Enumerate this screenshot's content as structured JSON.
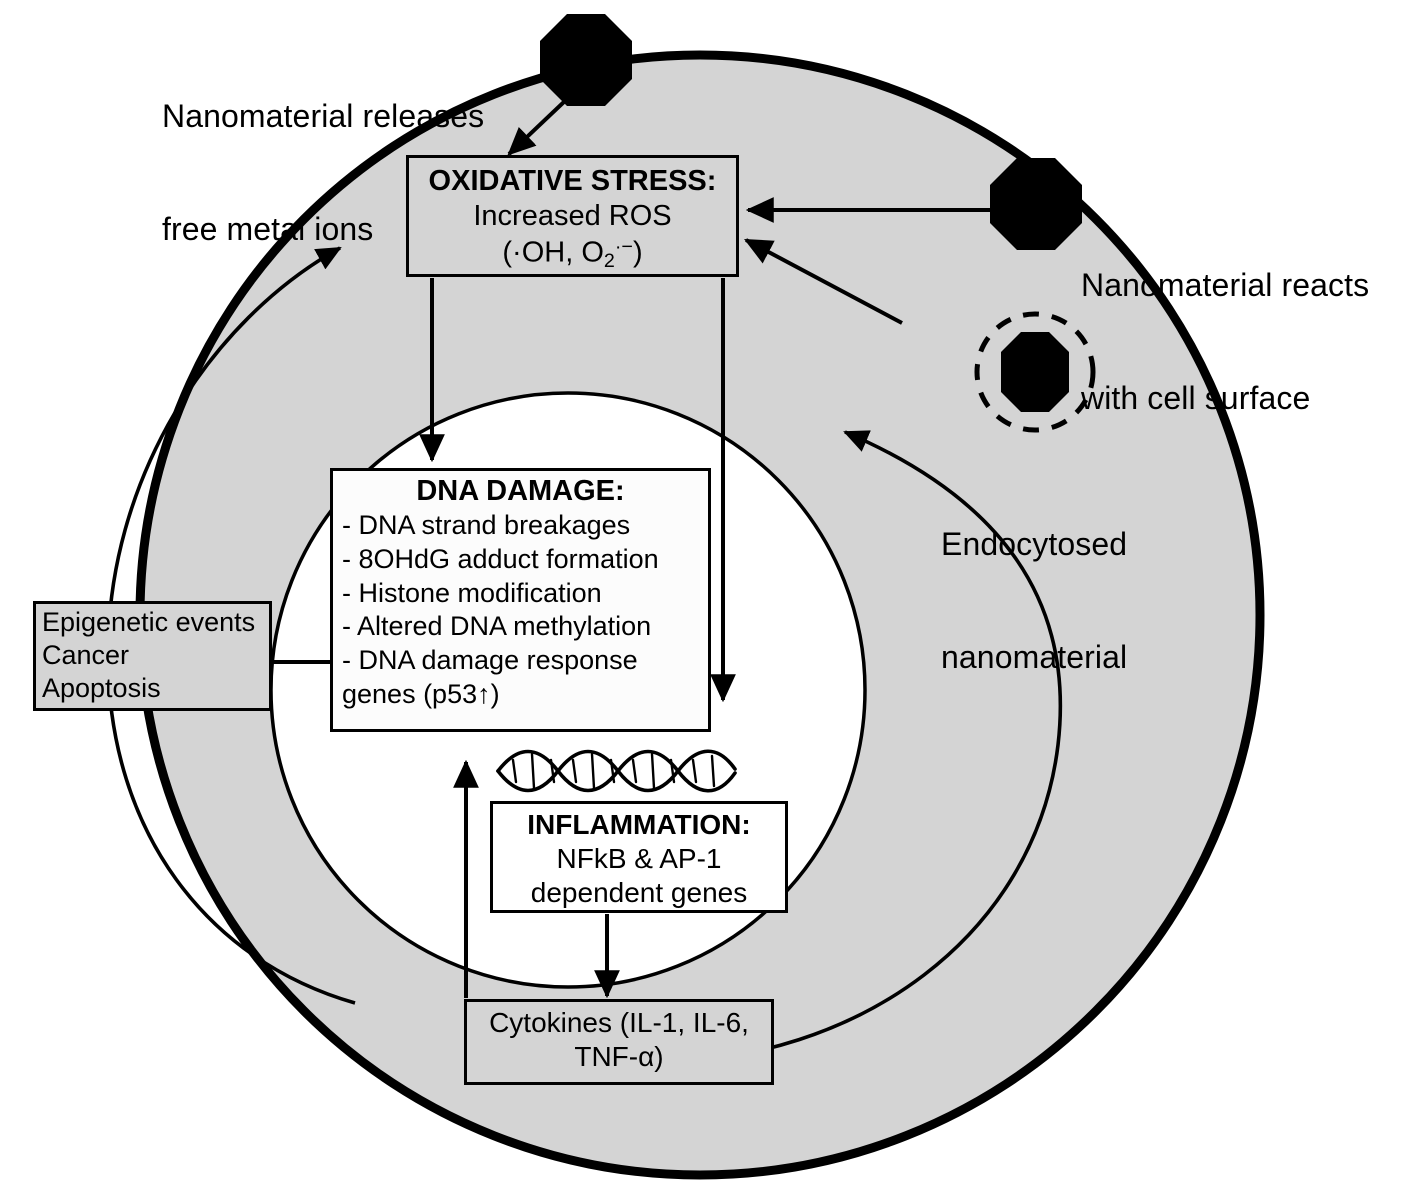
{
  "diagram": {
    "title": "Nanomaterial-induced oxidative stress, DNA damage and inflammation in a cell",
    "colors": {
      "cytoplasm_fill": "#d4d4d4",
      "nucleus_fill": "#ffffff",
      "membrane_stroke": "#000000",
      "nanoparticle_fill": "#000000",
      "background": "#ffffff"
    }
  },
  "annotations": [
    {
      "id": "nanomaterial-releases",
      "line1": "Nanomaterial releases",
      "line2": "free metal ions"
    },
    {
      "id": "nanomaterial-reacts",
      "line1": "Nanomaterial reacts",
      "line2": "with cell surface"
    },
    {
      "id": "endocytosed-nanomaterial",
      "line1": "Endocytosed",
      "line2": "nanomaterial"
    }
  ],
  "boxes": {
    "oxidative_stress": {
      "title": "OXIDATIVE STRESS:",
      "line1": "Increased ROS",
      "formula_prefix": "(",
      "formula_oh": "·OH, O",
      "formula_sub": "2",
      "formula_sup": "·−",
      "formula_suffix": ")"
    },
    "dna_damage": {
      "title": "DNA DAMAGE:",
      "items": [
        "- DNA strand breakages",
        "- 8OHdG adduct formation",
        "- Histone modification",
        "- Altered DNA methylation",
        "- DNA damage response",
        "genes (p53↑)"
      ]
    },
    "epigenetic": {
      "line1": "Epigenetic events",
      "line2": "Cancer",
      "line3": "Apoptosis"
    },
    "inflammation": {
      "title": "INFLAMMATION:",
      "line1": "NFkB & AP-1",
      "line2": "dependent genes"
    },
    "cytokines": {
      "line1": "Cytokines (IL-1, IL-6,",
      "line2": "TNF-α)"
    }
  },
  "shapes": {
    "cell_membrane": "cell-membrane-circle",
    "nucleus": "nucleus-circle",
    "dna_helix": "dna-double-helix",
    "nanoparticle_top": "nanoparticle-octagon",
    "nanoparticle_surface": "nanoparticle-octagon",
    "nanoparticle_endocytosed": "nanoparticle-octagon-in-endosome",
    "endosome": "dashed-circle"
  }
}
